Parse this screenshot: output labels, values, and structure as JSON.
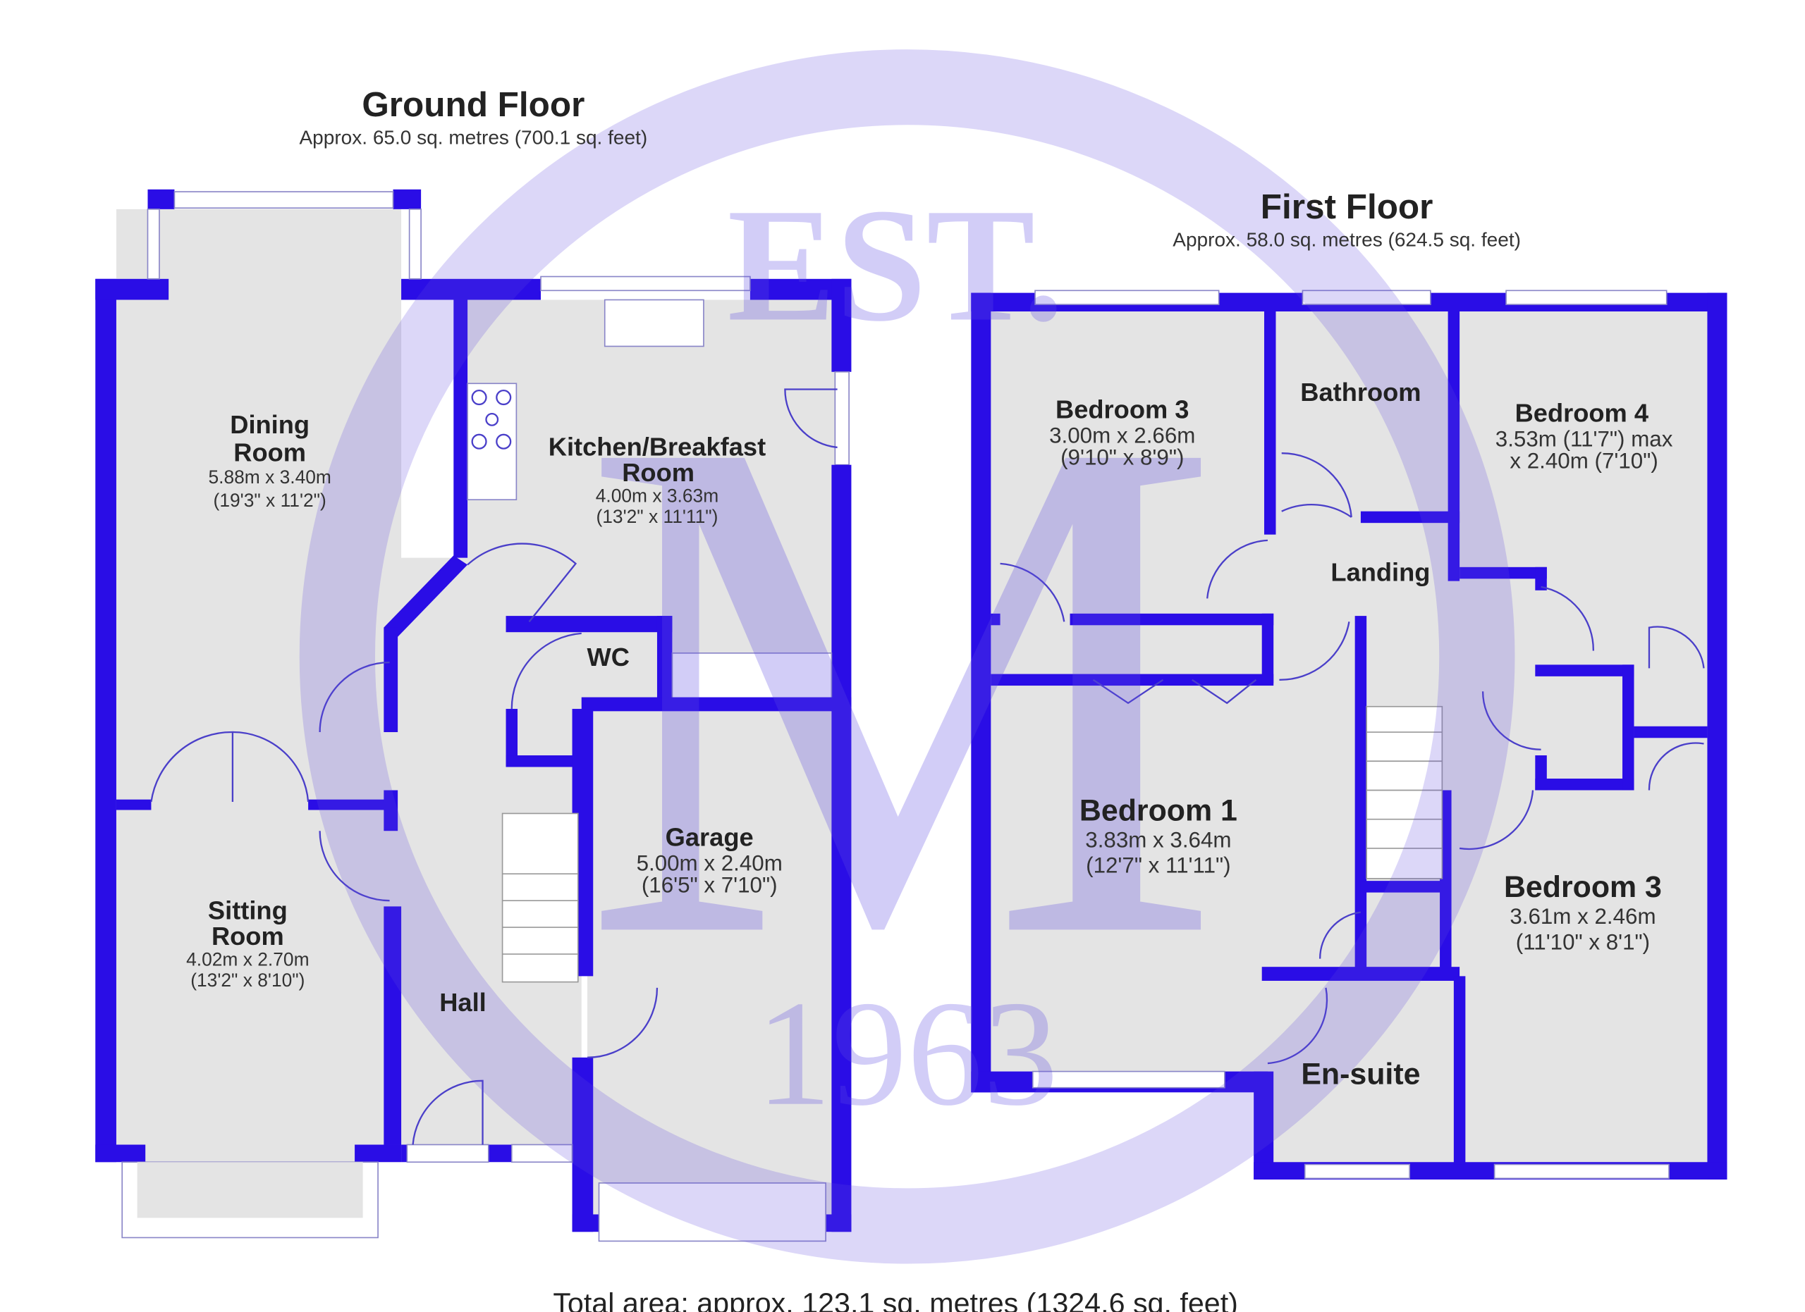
{
  "ground_floor": {
    "title": "Ground Floor",
    "area": "Approx. 65.0 sq. metres (700.1 sq. feet)",
    "rooms": {
      "dining": {
        "name1": "Dining",
        "name2": "Room",
        "dim_m": "5.88m x 3.40m",
        "dim_ft": "(19'3\" x 11'2\")"
      },
      "kitchen": {
        "name1": "Kitchen/Breakfast",
        "name2": "Room",
        "dim_m": "4.00m x 3.63m",
        "dim_ft": "(13'2\" x 11'11\")"
      },
      "wc": {
        "name": "WC"
      },
      "sitting": {
        "name1": "Sitting",
        "name2": "Room",
        "dim_m": "4.02m x 2.70m",
        "dim_ft": "(13'2\" x 8'10\")"
      },
      "garage": {
        "name": "Garage",
        "dim_m": "5.00m x 2.40m",
        "dim_ft": "(16'5\" x 7'10\")"
      },
      "hall": {
        "name": "Hall"
      }
    }
  },
  "first_floor": {
    "title": "First Floor",
    "area": "Approx. 58.0 sq. metres (624.5 sq. feet)",
    "rooms": {
      "bedroom3a": {
        "name": "Bedroom 3",
        "dim_m": "3.00m x 2.66m",
        "dim_ft": "(9'10\" x 8'9\")"
      },
      "bathroom": {
        "name": "Bathroom"
      },
      "bedroom4": {
        "name": "Bedroom 4",
        "dim_1": "3.53m (11'7\") max",
        "dim_2": "x 2.40m (7'10\")"
      },
      "landing": {
        "name": "Landing"
      },
      "bedroom1": {
        "name": "Bedroom 1",
        "dim_m": "3.83m x 3.64m",
        "dim_ft": "(12'7\" x 11'11\")"
      },
      "bedroom3b": {
        "name": "Bedroom 3",
        "dim_m": "3.61m x 2.46m",
        "dim_ft": "(11'10\" x 8'1\")"
      },
      "ensuite": {
        "name": "En-suite"
      }
    }
  },
  "total_area": "Total area: approx. 123.1 sq. metres (1324.6 sq. feet)",
  "watermark": {
    "top": "EST.",
    "letter": "M",
    "bottom": "1963"
  },
  "colors": {
    "wall": "#2a0de6",
    "floor": "#e4e4e4",
    "watermark": "#b8b0f0"
  }
}
